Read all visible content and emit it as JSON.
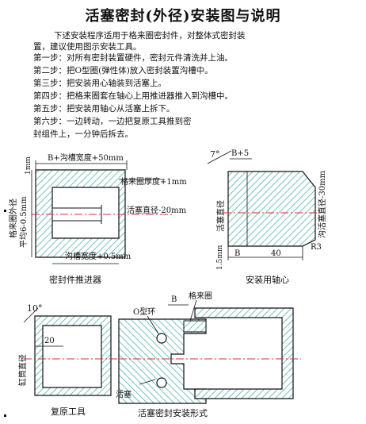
{
  "title": "活塞密封(外径)安装图与说明",
  "intro_line1": "下述安装程序适用于格来圈密封件，对整体式密封装",
  "intro_line2": "置，建议使用图示安装工具。",
  "steps": [
    "第一步：对所有密封装置硬件，密封元件清洗并上油。",
    "第二步：把O型圈(弹性体)放入密封装置沟槽中。",
    "第三步：把安装用心轴装到活塞上。",
    "第四步：把格来圈套在轴心上用推进器推入到沟槽中。",
    "第五步：把安装用轴心从活塞上拆下。",
    "第六步：一边转动，一边把复原工具推到密",
    "封组件上，一分钟后拆去。"
  ],
  "pusher": {
    "caption": "密封件推进器",
    "top_dim": "B+沟槽宽度+50mm",
    "dim_1mm": "1mm",
    "seal_thickness": "格来圈厚度+1mm",
    "left_label": "格来圈外径",
    "avg_label": "平均6-0.5mm",
    "piston_dia": "活塞直径-20mm",
    "groove_width": "沟槽宽度+0.5mm"
  },
  "mandrel": {
    "caption": "安装用轴心",
    "angle": "7°",
    "top_dim": "B+5",
    "left_label": "活塞直径",
    "right_label": "沟活塞直径-30mm",
    "dim_15": "1.5mm",
    "dim_b": "B",
    "dim_40": "40",
    "r3": "R3"
  },
  "restore": {
    "caption": "复原工具",
    "angle": "10°",
    "dim_20": "20",
    "left_label": "缸筒直径"
  },
  "assembly": {
    "caption": "活塞密封安装形式",
    "oring": "O型环",
    "dim_b": "B",
    "seal": "格来圈",
    "piston": "活塞"
  },
  "colors": {
    "hatch": "#3aa8a0",
    "centerline": "#d83030",
    "line": "#111111"
  }
}
